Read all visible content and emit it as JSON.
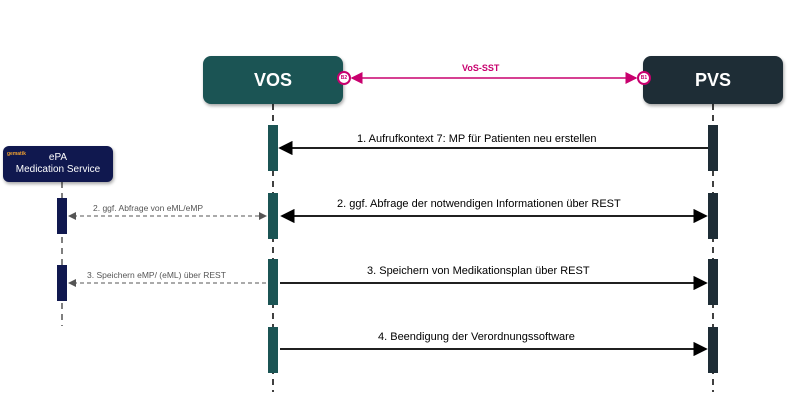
{
  "participants": {
    "vos": "VOS",
    "pvs": "PVS",
    "epa_line1": "ePA",
    "epa_line2": "Medication Service",
    "gematik": "gematik"
  },
  "interface": {
    "label": "VoS-SST",
    "left_badge": "B2",
    "right_badge": "B1"
  },
  "messages": {
    "m1": "1. Aufrufkontext 7: MP für Patienten neu erstellen",
    "m2": "2. ggf. Abfrage der notwendigen Informationen über REST",
    "m2b": "2. ggf. Abfrage von eML/eMP",
    "m3": "3. Speichern von Medikationsplan über REST",
    "m3b": "3. Speichern eMP/ (eML) über REST",
    "m4": "4. Beendigung der Verordnungssoftware"
  },
  "colors": {
    "vos": "#1b5454",
    "pvs": "#1e2d36",
    "epa": "#10184f",
    "interface": "#c8006e"
  }
}
